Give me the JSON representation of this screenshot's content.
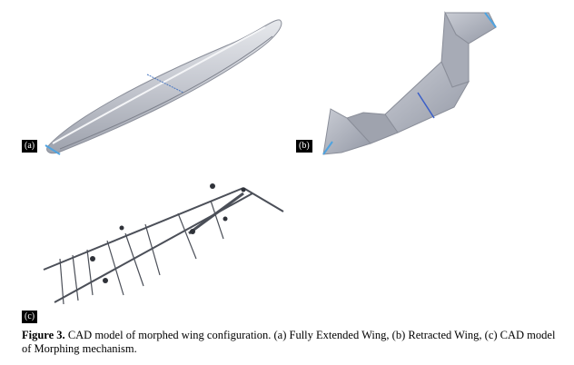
{
  "figure": {
    "panels": [
      {
        "label": "(a)"
      },
      {
        "label": "(b)"
      },
      {
        "label": "(c)"
      }
    ],
    "caption_label": "Figure 3.",
    "caption_text": " CAD model of morphed wing configuration. (a) Fully Extended Wing, (b) Retracted Wing, (c) CAD model of Morphing mechanism."
  }
}
